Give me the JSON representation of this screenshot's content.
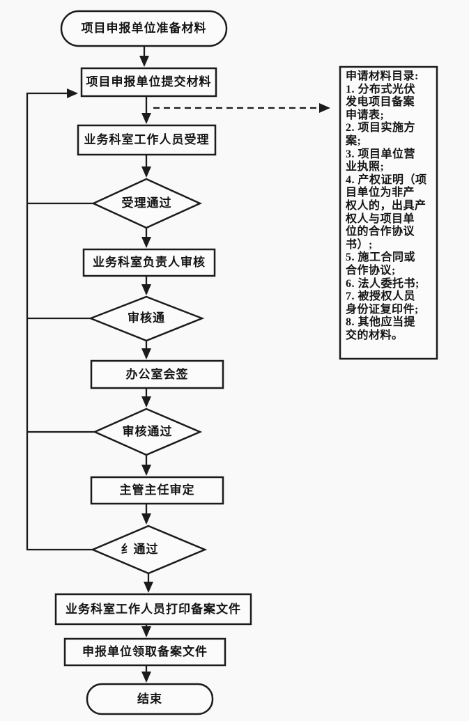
{
  "colors": {
    "background": "#f9f9f9",
    "shape_fill": "#fbfbfb",
    "line": "#1b1b1b",
    "text": "#141414"
  },
  "flowchart": {
    "nodes": {
      "start": {
        "type": "terminator",
        "label": "项目申报单位准备材料"
      },
      "submit": {
        "type": "process",
        "label": "项目申报单位提交材料"
      },
      "accept": {
        "type": "process",
        "label": "业务科室工作人员受理"
      },
      "accept_check": {
        "type": "decision",
        "label": "受理通过"
      },
      "leader_review": {
        "type": "process",
        "label": "业务科室负责人审核"
      },
      "review_check_1": {
        "type": "decision",
        "label": "审核通"
      },
      "countersign": {
        "type": "process",
        "label": "办公室会签"
      },
      "review_check_2": {
        "type": "decision",
        "label": "审核通过"
      },
      "director_review": {
        "type": "process",
        "label": "主管主任审定"
      },
      "approval_check": {
        "type": "decision",
        "label": "纟通过"
      },
      "print_document": {
        "type": "process",
        "label": "业务科室工作人员打印备案文件"
      },
      "collect_document": {
        "type": "process",
        "label": "申报单位领取备案文件"
      },
      "end": {
        "type": "terminator",
        "label": "结束"
      }
    },
    "materials_panel": {
      "lines": [
        "申请材料目录:",
        "1. 分布式光伏",
        "发电项目备案",
        "申请表;",
        "2. 项目实施方",
        "案;",
        "3. 项目单位营",
        "业执照;",
        "4. 产权证明（项",
        "目单位为非产",
        "权人的，出具产",
        "权人与项目单",
        "位的合作协议",
        "书）;",
        "5. 施工合同或",
        "合作协议;",
        "6. 法人委托书;",
        "7. 被授权人员",
        "身份证复印件;",
        "8. 其他应当提",
        "交的材料。"
      ]
    }
  }
}
